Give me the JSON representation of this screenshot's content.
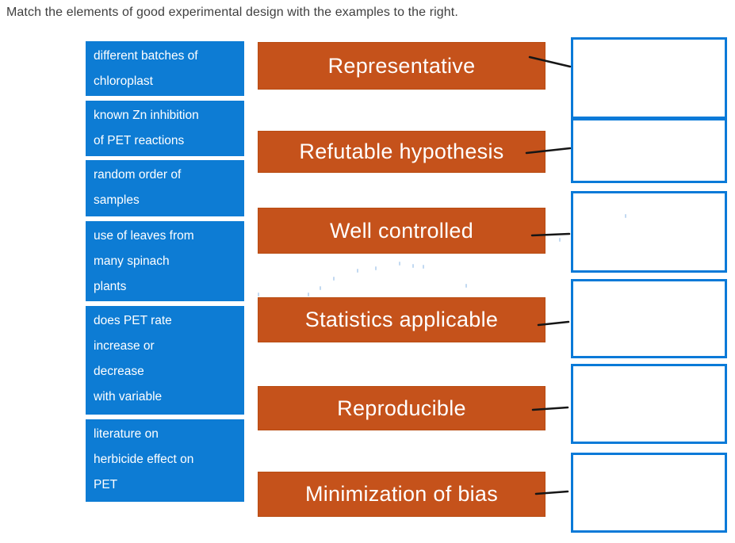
{
  "instructions": "Match the elements of good experimental design with the examples to the right.",
  "colors": {
    "example_blue": "#0d7cd4",
    "element_orange": "#c5521b",
    "slot_border_blue": "#0a7ad8",
    "connector_black": "#161616",
    "title_gray": "#3f3f3f"
  },
  "examples": [
    {
      "text": "different batches of\nchloroplast"
    },
    {
      "text": "known Zn inhibition\nof PET reactions"
    },
    {
      "text": "random order of\nsamples"
    },
    {
      "text": "use of leaves from\nmany spinach\nplants"
    },
    {
      "text": "does PET rate\nincrease or\ndecrease\nwith variable"
    },
    {
      "text": "literature on\nherbicide effect on\nPET"
    }
  ],
  "elements": [
    {
      "label": "Representative"
    },
    {
      "label": "Refutable hypothesis"
    },
    {
      "label": "Well controlled"
    },
    {
      "label": "Statistics applicable"
    },
    {
      "label": "Reproducible"
    },
    {
      "label": "Minimization of bias"
    }
  ]
}
